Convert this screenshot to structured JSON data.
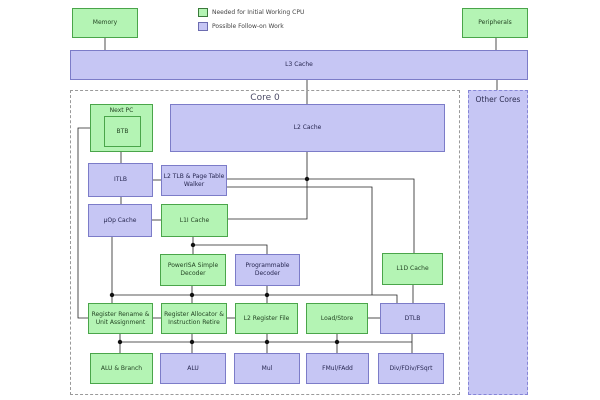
{
  "legend": {
    "items": [
      {
        "label": "Needed for Initial Working CPU",
        "color": "#b4f4b4"
      },
      {
        "label": "Possible Follow-on Work",
        "color": "#c6c6f4"
      }
    ]
  },
  "colors": {
    "green_fill": "#b4f4b4",
    "green_border": "#4aa54a",
    "purple_fill": "#c6c6f4",
    "purple_border": "#7c7cc8",
    "wire": "#222222"
  },
  "nodes": {
    "memory": "Memory",
    "peripherals": "Peripherals",
    "l3_cache": "L3 Cache",
    "core0": "Core 0",
    "other_cores": "Other Cores",
    "next_pc": "Next PC",
    "btb": "BTB",
    "l2_cache": "L2 Cache",
    "itlb": "ITLB",
    "l2_tlb": "L2 TLB & Page Table Walker",
    "uop_cache": "µOp Cache",
    "l1i_cache": "L1I Cache",
    "powerisa_decoder": "PowerISA Simple Decoder",
    "programmable_decoder": "Programmable Decoder",
    "l1d_cache": "L1D Cache",
    "register_rename": "Register Rename & Unit Assignment",
    "register_allocator": "Register Allocator & Instruction Retire",
    "l2_register_file": "L2 Register File",
    "load_store": "Load/Store",
    "dtlb": "DTLB",
    "alu_branch": "ALU & Branch",
    "alu": "ALU",
    "mul": "Mul",
    "fmul_fadd": "FMul/FAdd",
    "div_units": "Div/FDiv/FSqrt"
  }
}
